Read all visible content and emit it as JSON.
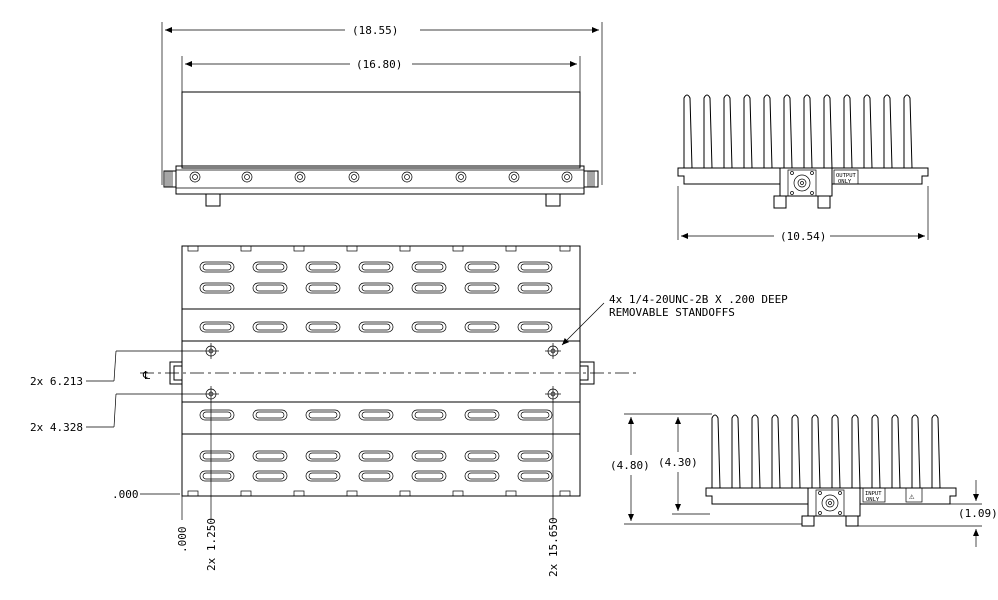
{
  "drawing": {
    "top_view": {
      "overall_length": "(18.55)",
      "body_length": "(16.80)",
      "bolt_count": 8
    },
    "plan_view": {
      "callout_line1": "4x 1/4-20UNC-2B X .200 DEEP",
      "callout_line2": "REMOVABLE STANDOFFS",
      "dim_upper": "2x 6.213",
      "dim_lower": "2x 4.328",
      "dim_origin_y": ".000",
      "dim_origin_x": ".000",
      "dim_x1": "2x 1.250",
      "dim_x2": "2x 15.650",
      "centerline_symbol": "℄"
    },
    "end_view_output": {
      "width": "(10.54)",
      "label_line1": "OUTPUT",
      "label_line2": "ONLY"
    },
    "end_view_input": {
      "overall_height": "(4.80)",
      "fin_height": "(4.30)",
      "base_height": "(1.09)",
      "label_line1": "INPUT",
      "label_line2": "ONLY",
      "warning_symbol": "⚠"
    }
  }
}
